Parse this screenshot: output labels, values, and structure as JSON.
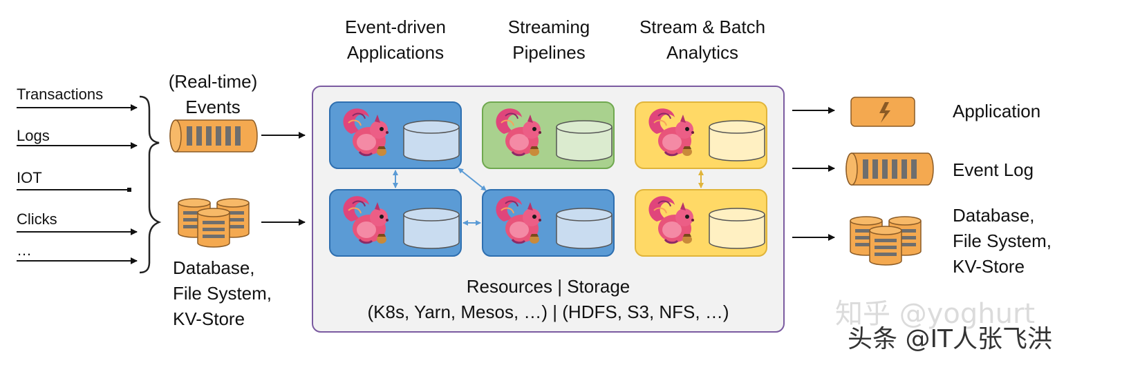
{
  "inputs": [
    "Transactions",
    "Logs",
    "IOT",
    "Clicks",
    "…"
  ],
  "sources": {
    "events_label": [
      "(Real-time)",
      "Events"
    ],
    "database_label": [
      "Database,",
      "File System,",
      "KV-Store"
    ]
  },
  "top_labels": {
    "event_driven": [
      "Event-driven",
      "Applications"
    ],
    "streaming": [
      "Streaming",
      "Pipelines"
    ],
    "stream_batch": [
      "Stream & Batch",
      "Analytics"
    ]
  },
  "platform": {
    "line1": "Resources | Storage",
    "line2": "(K8s, Yarn, Mesos, …) | (HDFS, S3, NFS, …)"
  },
  "outputs": {
    "application": "Application",
    "event_log": "Event Log",
    "database": [
      "Database,",
      "File System,",
      "KV-Store"
    ]
  },
  "watermarks": {
    "zhihu": "知乎 @yoghurt",
    "toutiao": "头条 @IT人张飞洪"
  },
  "colors": {
    "blue_box": "#5b9bd5",
    "blue_border": "#2e6fb0",
    "green_box": "#a9d18e",
    "green_border": "#6fa84f",
    "yellow_box": "#ffd966",
    "yellow_border": "#e0b43a",
    "orange_icon": "#f4a950",
    "orange_border": "#b8732a",
    "platform_fill": "#f2f2f2",
    "platform_border": "#7a5aa0"
  },
  "icons": [
    "flink-squirrel-icon",
    "database-cylinder-icon",
    "event-log-icon",
    "lightning-icon"
  ]
}
